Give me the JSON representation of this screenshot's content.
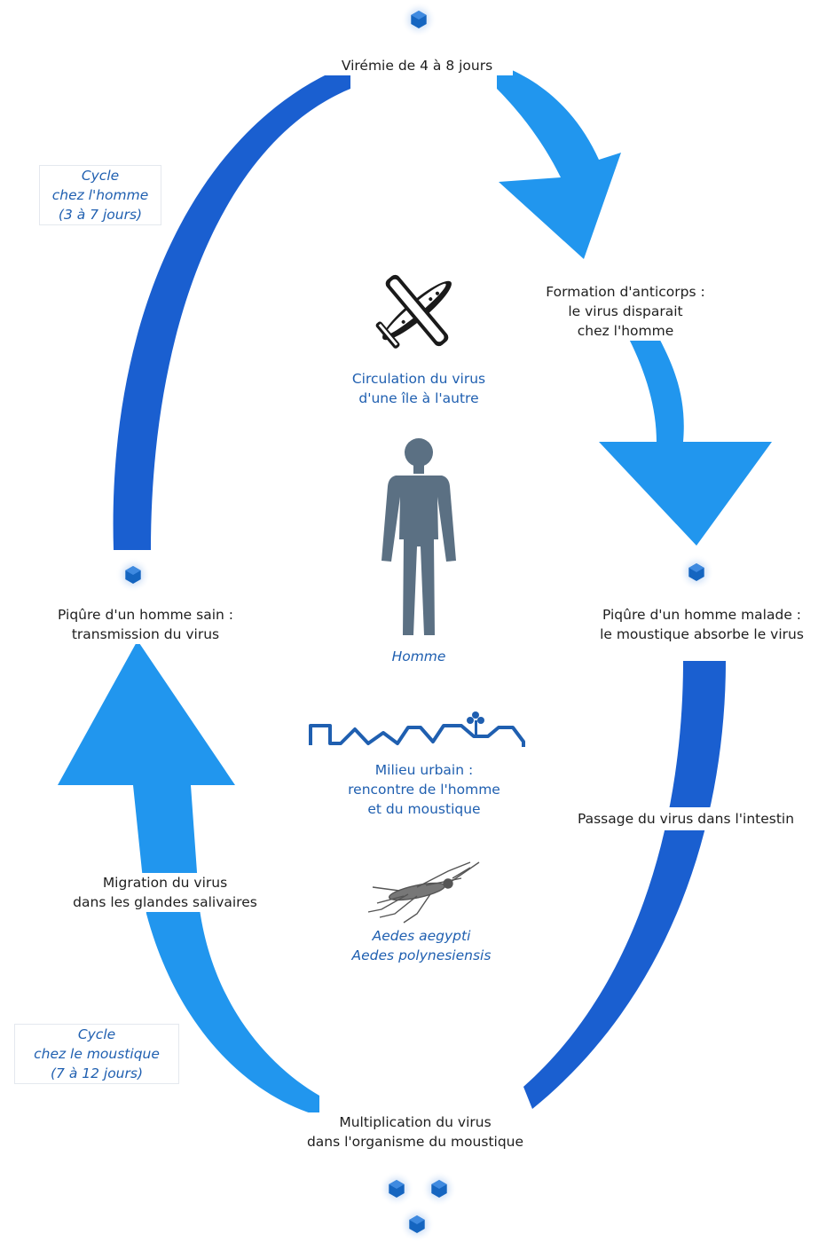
{
  "colors": {
    "dark_blue": "#1a5fd0",
    "light_blue": "#2196ee",
    "virus_blue": "#1565c0",
    "figure_gray": "#5b7083",
    "label_blue": "#1f5fb0",
    "text_dark": "#1e1e1e"
  },
  "icons": [
    "virus-icon",
    "airplane-icon",
    "human-figure-icon",
    "houses-icon",
    "mosquito-icon"
  ],
  "labels": {
    "viremia": "Virémie de 4 à 8 jours",
    "human_cycle": [
      "Cycle",
      "chez l'homme",
      "(3 à 7 jours)"
    ],
    "antibodies": [
      "Formation d'anticorps :",
      "le virus disparait",
      "chez l'homme"
    ],
    "plane_caption": [
      "Circulation du virus",
      "d'une île à l'autre"
    ],
    "healthy_bite": [
      "Piqûre d'un homme sain :",
      "transmission du virus"
    ],
    "sick_bite": [
      "Piqûre d'un homme malade :",
      "le moustique absorbe le virus"
    ],
    "human_caption": "Homme",
    "urban_caption": [
      "Milieu urbain :",
      "rencontre de l'homme",
      "et du moustique"
    ],
    "intestine": "Passage du virus dans l'intestin",
    "salivary": [
      "Migration du virus",
      "dans les glandes salivaires"
    ],
    "species": [
      "Aedes aegypti",
      "Aedes polynesiensis"
    ],
    "mosquito_cycle": [
      "Cycle",
      "chez le moustique",
      "(7 à 12  jours)"
    ],
    "multiplication": [
      "Multiplication du virus",
      "dans l'organisme du moustique"
    ]
  }
}
